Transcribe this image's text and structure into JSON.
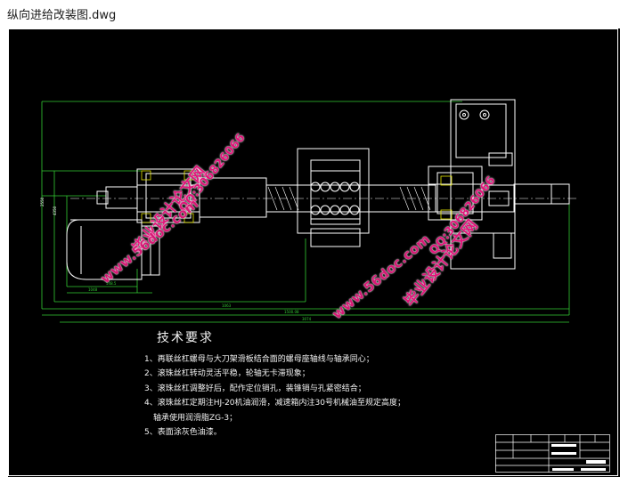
{
  "window": {
    "title": "纵向进给改装图.dwg"
  },
  "notes": {
    "heading": "技术要求",
    "lines": [
      "1、再联丝杠螺母与大刀架滑板结合面的螺母座轴线与轴承同心；",
      "2、滚珠丝杠转动灵活平稳，轮轴无卡滞现象；",
      "3、滚珠丝杠调整好后，配作定位销孔，装锥销与孔紧密结合；",
      "4、滚珠丝杠定期注HJ-20机油润滑，减速箱内注30号机械油至规定高度；",
      "轴承使用润滑脂ZG-3；",
      "5、表面涂灰色油漆。"
    ]
  },
  "watermarks": [
    {
      "text": "毕业设计论文网",
      "kind": "brand"
    },
    {
      "text": "QQ:306826066",
      "kind": "qq"
    },
    {
      "text": "www.56doc.com",
      "kind": "url"
    },
    {
      "text": "www.56doc.com",
      "kind": "url"
    },
    {
      "text": "毕业设计论文网",
      "kind": "brand"
    },
    {
      "text": "QQ:306826066",
      "kind": "qq"
    }
  ],
  "colors": {
    "drawing_bg": "#000000",
    "line_white": "#ffffff",
    "line_green": "#33cc33",
    "line_yellow": "#e6e600",
    "watermark": "#e1157a"
  }
}
